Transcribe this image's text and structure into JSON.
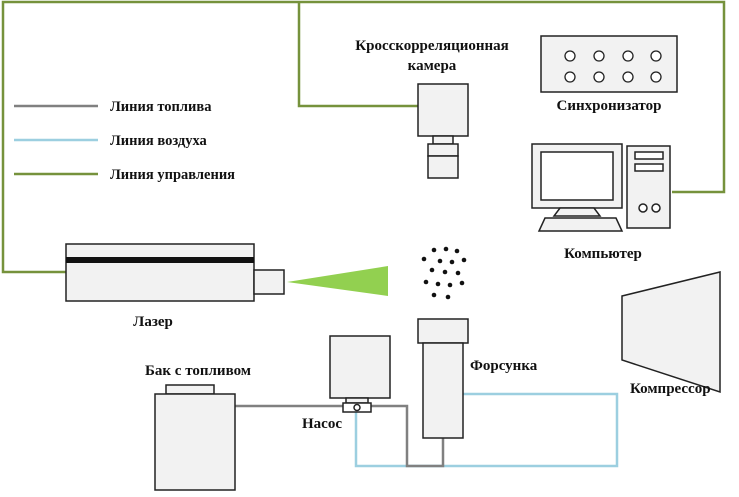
{
  "labels": {
    "camera_line1": "Кросскорреляционная",
    "camera_line2": "камера",
    "synchronizer": "Синхронизатор",
    "computer": "Компьютер",
    "laser": "Лазер",
    "fuel_tank": "Бак с топливом",
    "pump": "Насос",
    "injector": "Форсунка",
    "compressor": "Компрессор"
  },
  "legend": [
    {
      "label": "Линия топлива",
      "color": "#808080"
    },
    {
      "label": "Линия воздуха",
      "color": "#9ccfe0"
    },
    {
      "label": "Линия управления",
      "color": "#76923c"
    }
  ],
  "colors": {
    "control_line": "#76923c",
    "fuel_line": "#808080",
    "air_line": "#9ccfe0",
    "laser_beam": "#92d050",
    "component_fill": "#f2f2f2",
    "outline": "#222222"
  }
}
